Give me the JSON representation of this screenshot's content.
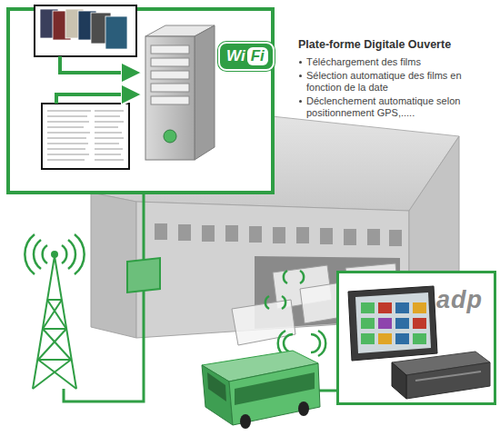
{
  "diagram": {
    "title": "Plate-forme Digitale Ouverte",
    "nodes": [
      {
        "text": [
          "Wi",
          "Fi"
        ]
      },
      {
        "text": [
          "adp"
        ]
      }
    ],
    "labels": [
      "Téléchargement des films",
      "Sélection automatique des films en fonction de la date",
      "Déclenchement automatique selon positionnement GPS,....."
    ]
  }
}
